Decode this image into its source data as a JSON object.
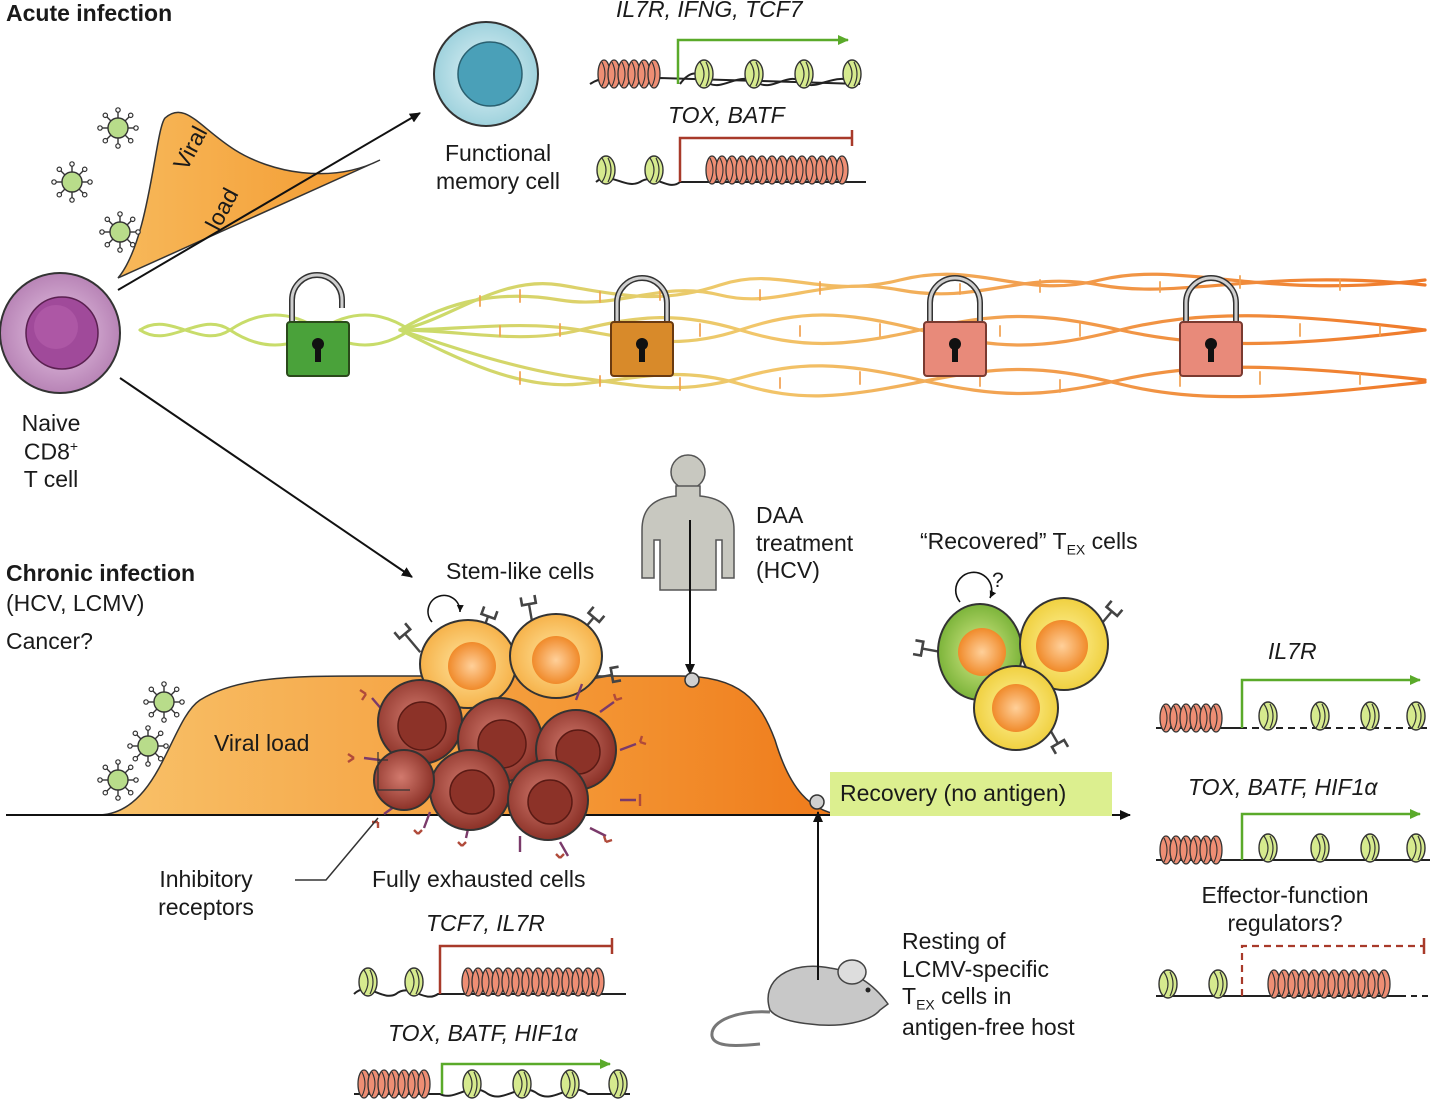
{
  "acute": {
    "title": "Acute infection",
    "viral_load": [
      "Viral",
      "load"
    ],
    "memory_cell": [
      "Functional",
      "memory cell"
    ],
    "genes_on": "IL7R, IFNG, TCF7",
    "genes_off": "TOX, BATF"
  },
  "naive": {
    "line1": "Naive",
    "line2": "CD8",
    "line2_sup": "+",
    "line3": "T cell"
  },
  "chronic": {
    "title": "Chronic infection",
    "subtitle": "(HCV, LCMV)",
    "cancer": "Cancer?",
    "viral_load": "Viral load",
    "stem_like": "Stem-like cells",
    "inhibitory": [
      "Inhibitory",
      "receptors"
    ],
    "fully_exhausted": "Fully exhausted cells",
    "genes_off": "TCF7, IL7R",
    "genes_on": "TOX, BATF, HIF1α"
  },
  "daa": [
    "DAA",
    "treatment",
    "(HCV)"
  ],
  "recovered": {
    "prefix": "“Recovered” T",
    "sub": "EX",
    "suffix": " cells",
    "self_renewal": "?"
  },
  "recovery_label": "Recovery (no antigen)",
  "resting": {
    "line1": "Resting of",
    "line2": "LCMV-specific",
    "line3_prefix": "T",
    "line3_sub": "EX",
    "line3_suffix": " cells in",
    "line4": "antigen-free host"
  },
  "right_genes": {
    "il7r": "IL7R",
    "tox": "TOX, BATF, HIF1α",
    "effector": [
      "Effector-function",
      "regulators?"
    ]
  },
  "colors": {
    "acute_load": "#f4a33a",
    "chronic_load": "#f28c28",
    "naive_cell": "#a04a9a",
    "memory_cell": "#6fb8c8",
    "stem_cell": "#f6b24a",
    "exhausted_cell": "#9c4036",
    "nucleosome_open": "#cfe58a",
    "nucleosome_closed": "#ee8a72",
    "arrow_on": "#5aaa2a",
    "arrow_off": "#a83a2a",
    "lock_green": "#4aa23a",
    "lock_orange": "#d88a2a",
    "lock_pink": "#e88a7a",
    "recovery_box": "#dcef8f"
  }
}
